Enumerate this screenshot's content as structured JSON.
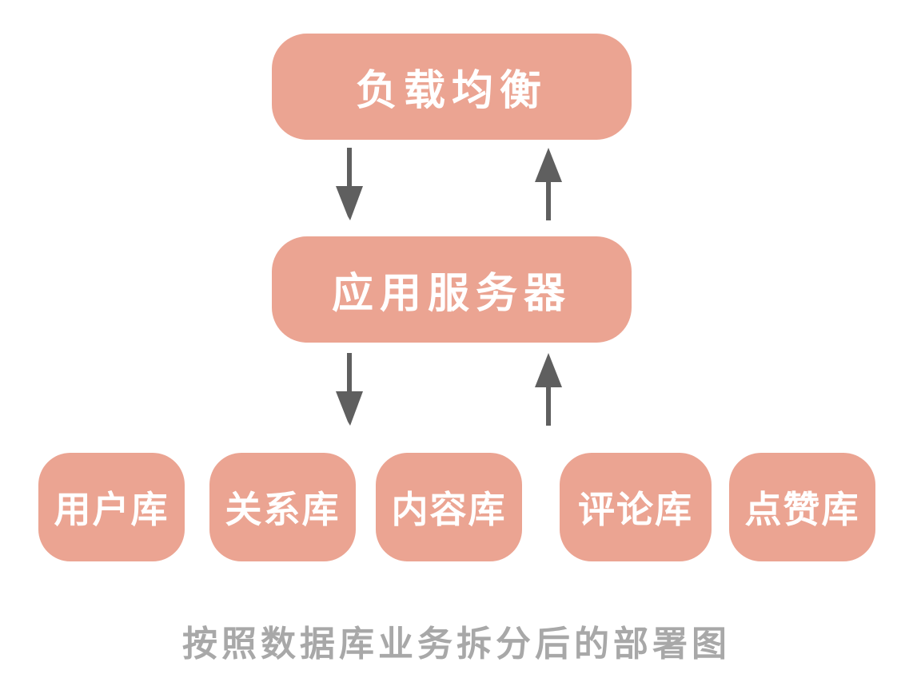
{
  "diagram": {
    "nodes": {
      "load_balancer": "负载均衡",
      "app_server": "应用服务器",
      "databases": [
        "用户库",
        "关系库",
        "内容库",
        "评论库",
        "点赞库"
      ]
    },
    "caption": "按照数据库业务拆分后的部署图",
    "icons": {
      "down_arrow": "down-arrow",
      "up_arrow": "up-arrow"
    },
    "colors": {
      "box_fill": "#eba492",
      "box_text": "#ffffff",
      "arrow": "#5f5f5f",
      "caption_text": "#a8a8a8",
      "background": "#ffffff"
    }
  }
}
